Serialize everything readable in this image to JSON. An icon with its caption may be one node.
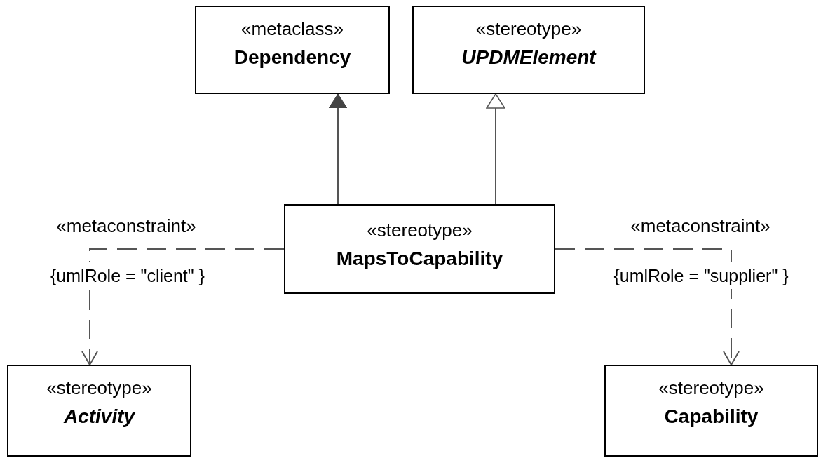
{
  "diagram": {
    "nodes": [
      {
        "text": [
          "«metaclass»",
          "Dependency"
        ]
      },
      {
        "text": [
          "«stereotype»",
          "UPDMElement"
        ]
      },
      {
        "text": [
          "«stereotype»",
          "MapsToCapability"
        ]
      },
      {
        "text": [
          "«stereotype»",
          "Activity"
        ]
      },
      {
        "text": [
          "«stereotype»",
          "Capability"
        ]
      }
    ],
    "edges": [
      {
        "from": 2,
        "to": 0,
        "arrow": "to"
      },
      {
        "from": 2,
        "to": 1,
        "arrow": "to"
      },
      {
        "from": 2,
        "to": 3,
        "arrow": "to",
        "style": "dashed",
        "label": "«metaconstraint»"
      },
      {
        "from": 2,
        "to": 4,
        "arrow": "to",
        "style": "dashed",
        "label": "«metaconstraint»"
      }
    ],
    "labels": [
      "{umlRole = \"client\" }",
      "{umlRole = \"supplier\" }"
    ]
  }
}
